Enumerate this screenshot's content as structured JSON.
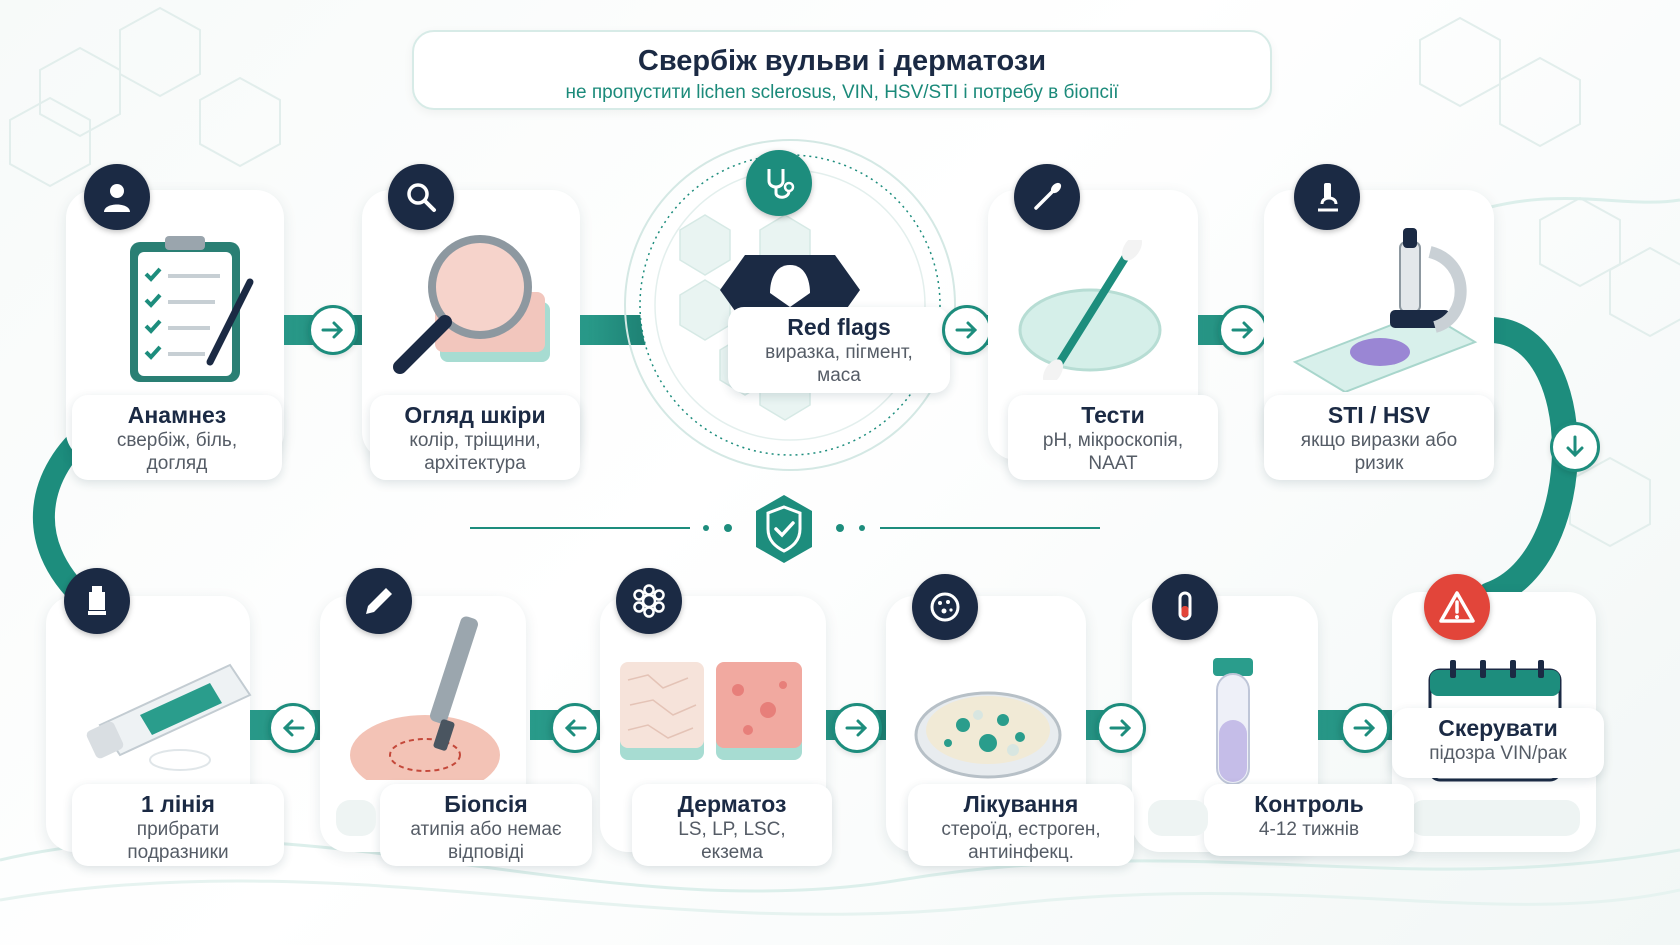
{
  "title": "Свербіж вульви і дерматози",
  "subtitle": "не пропустити lichen sclerosus, VIN, HSV/STI і потребу в біопсії",
  "colors": {
    "navy": "#1b2a44",
    "teal": "#1d8d7d",
    "red": "#e2453a",
    "accent_text": "#1b8a7a"
  },
  "steps": {
    "history": {
      "title": "Анамнез",
      "desc1": "свербіж, біль,",
      "desc2": "догляд",
      "icon": "user-icon"
    },
    "skin": {
      "title": "Огляд шкіри",
      "desc1": "колір, тріщини,",
      "desc2": "архітектура",
      "icon": "magnifier-icon"
    },
    "redflags": {
      "title": "Red flags",
      "desc1": "виразка, пігмент,",
      "desc2": "маса",
      "icon": "stethoscope-icon"
    },
    "tests": {
      "title": "Тести",
      "desc1": "pH, мікроскопія,",
      "desc2": "NAAT",
      "icon": "swab-icon"
    },
    "sti": {
      "title": "STI / HSV",
      "desc1": "якщо виразки або",
      "desc2": "ризик",
      "icon": "microscope-icon"
    },
    "refer": {
      "title": "Скерувати",
      "desc1": "підозра VIN/рак",
      "icon": "warning-icon"
    },
    "control": {
      "title": "Контроль",
      "desc1": "4-12 тижнів",
      "icon": "test-tube-icon"
    },
    "treatment": {
      "title": "Лікування",
      "desc1": "стероїд, естроген,",
      "desc2": "антиінфекц.",
      "icon": "petri-dish-icon"
    },
    "dermatosis": {
      "title": "Дерматоз",
      "desc1": "LS, LP, LSC,",
      "desc2": "екзема",
      "icon": "cells-icon"
    },
    "biopsy": {
      "title": "Біопсія",
      "desc1": "атипія або немає",
      "desc2": "відповіді",
      "icon": "pen-icon"
    },
    "firstline": {
      "title": "1 лінія",
      "desc1": "прибрати",
      "desc2": "подразники",
      "icon": "tube-icon"
    }
  }
}
